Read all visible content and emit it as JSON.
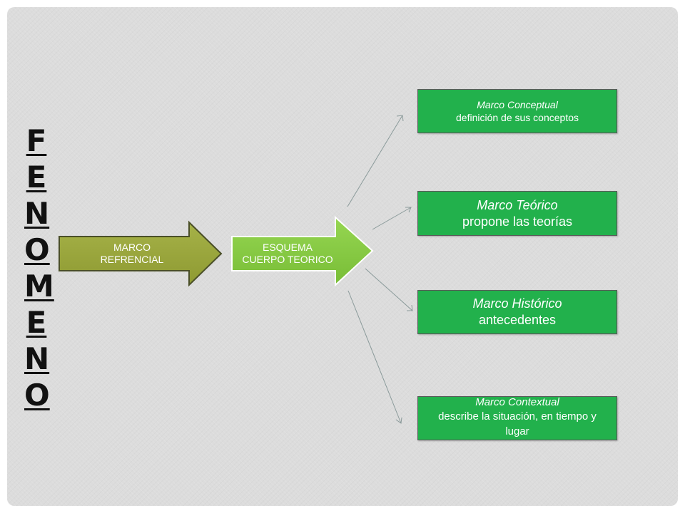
{
  "title_word": "FENOMENO",
  "colors": {
    "background": "#dcdcdc",
    "arrow_olive": "#9aa63c",
    "arrow_green": "#88cc44",
    "box_green": "#22b14c",
    "connector": "#8a9a9a"
  },
  "arrows": {
    "marco_referencial": "MARCO\nREFRENCIAL",
    "esquema": "ESQUEMA\nCUERPO TEORICO"
  },
  "boxes": {
    "conceptual": {
      "title": "Marco Conceptual",
      "desc": "definición de sus conceptos"
    },
    "teorico": {
      "title": "Marco Teórico",
      "desc": "propone las teorías"
    },
    "historico": {
      "title": "Marco Histórico",
      "desc": "antecedentes"
    },
    "contextual": {
      "title": "Marco Contextual",
      "desc": "describe la situación, en tiempo y lugar"
    }
  }
}
